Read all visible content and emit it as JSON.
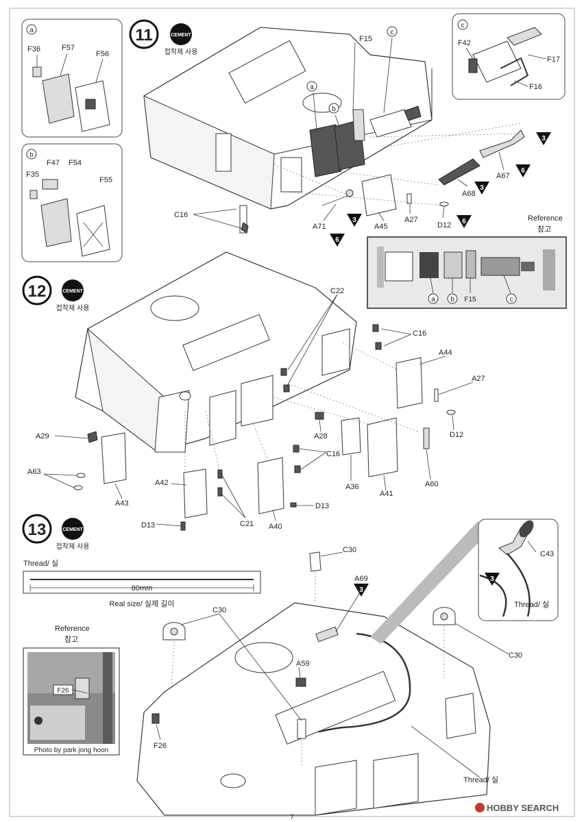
{
  "cement_label": "CEMENT",
  "cement_kr": "접착제 사용",
  "thread_label": "Thread/ 실",
  "reference": {
    "en": "Reference",
    "kr": "참고"
  },
  "step11": {
    "number": "11",
    "insets": {
      "a": {
        "marker": "a",
        "parts": [
          "F36",
          "F57",
          "F56"
        ]
      },
      "b": {
        "marker": "b",
        "parts": [
          "F35",
          "F47",
          "F54",
          "F55"
        ]
      },
      "c": {
        "marker": "c",
        "parts": [
          "F42",
          "F17",
          "F16"
        ]
      }
    },
    "callouts": [
      "F15",
      "C16",
      "A71",
      "A45",
      "A27",
      "D12",
      "A68",
      "A67"
    ],
    "markers": [
      "a",
      "b",
      "c"
    ],
    "badges": [
      "3",
      "3",
      "3",
      "6",
      "6",
      "6"
    ],
    "reference_labels": [
      "a",
      "b",
      "F15",
      "c"
    ]
  },
  "step12": {
    "number": "12",
    "callouts": [
      "C22",
      "C16",
      "A44",
      "A27",
      "D12",
      "A29",
      "A28",
      "C16",
      "A63",
      "A43",
      "A42",
      "C21",
      "A40",
      "A36",
      "A41",
      "A60",
      "D13",
      "D13"
    ]
  },
  "step13": {
    "number": "13",
    "ruler_value": "80mm",
    "ruler_caption": "Real size/ 실제 길이",
    "callouts": [
      "C30",
      "A69",
      "C30",
      "C30",
      "A59",
      "F26",
      "C43"
    ],
    "badges": [
      "3",
      "3"
    ],
    "photo_label": "F26",
    "photo_credit": "Photo by park jong hoon"
  },
  "watermark": "HOBBY SEARCH",
  "page_number": "7"
}
